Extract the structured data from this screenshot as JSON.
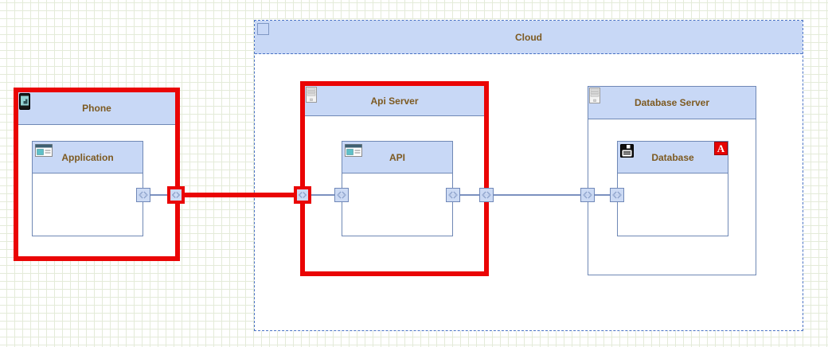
{
  "cloud": {
    "label": "Cloud",
    "icon": "square-icon"
  },
  "nodes": {
    "phone": {
      "label": "Phone",
      "selected": true,
      "icon": "smartphone-icon",
      "component": {
        "label": "Application",
        "icon": "window-icon"
      }
    },
    "api_server": {
      "label": "Api Server",
      "selected": true,
      "icon": "server-icon",
      "component": {
        "label": "API",
        "icon": "window-icon"
      }
    },
    "database_server": {
      "label": "Database Server",
      "selected": false,
      "icon": "server-icon",
      "component": {
        "label": "Database",
        "icon": "floppy-disk-icon",
        "badge": "A"
      }
    }
  },
  "connectors": [
    {
      "name": "application-to-phone-port",
      "selected": false
    },
    {
      "name": "phone-to-api-server",
      "selected": true
    },
    {
      "name": "api-server-port-to-api",
      "selected": false
    },
    {
      "name": "api-to-api-server-port",
      "selected": false
    },
    {
      "name": "api-server-to-database-server",
      "selected": false
    },
    {
      "name": "database-server-port-to-database",
      "selected": false
    }
  ],
  "ports": {
    "glyph": "bidirectional-arrow-icon",
    "count": 8,
    "highlighted": 2
  },
  "colors": {
    "selection_red": "#ea0505",
    "badge_red": "#e60404",
    "header_fill": "#c8d8f6",
    "shape_border": "#6f88b5",
    "cloud_dash_border": "#4a72c4",
    "connector_blue": "#7b91bf",
    "label_text": "#7d5a21",
    "grid_line": "#e4ebd9",
    "canvas_bg": "#ffffff"
  }
}
